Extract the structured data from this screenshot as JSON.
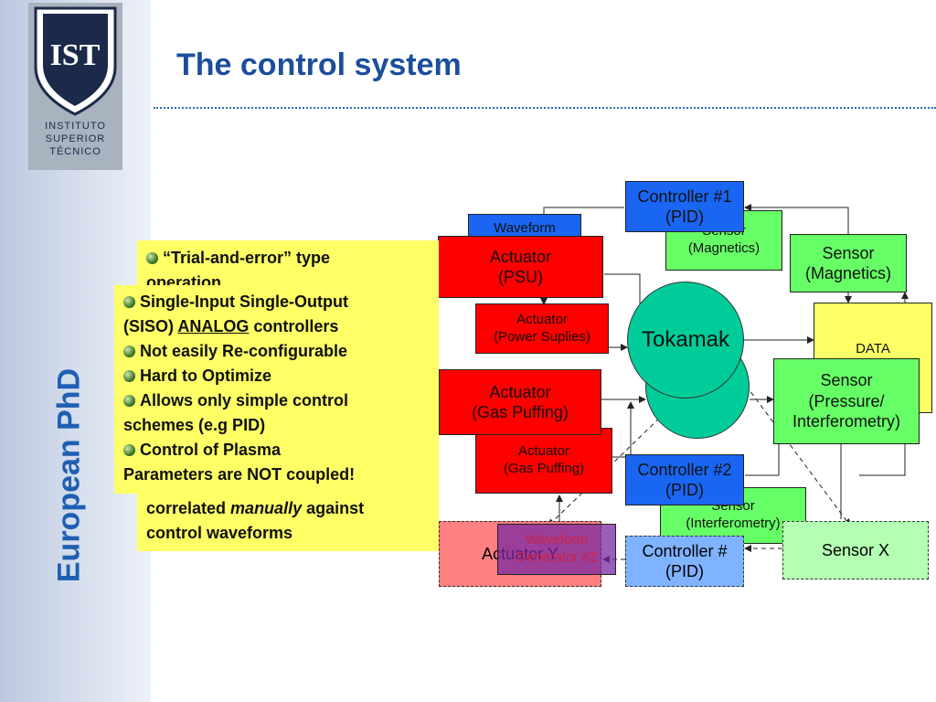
{
  "sidebar": {
    "logo_mark": "IST",
    "logo_text": "INSTITUTO\nSUPERIOR\nTÉCNICO",
    "vertical_title": "European PhD"
  },
  "page": {
    "title": "The control system"
  },
  "diagram": {
    "boxes": {
      "controller1": "Controller #1\n(PID)",
      "waveform_back": "Waveform",
      "sensor_back_mag": "Sensor\n(Magnetics)",
      "sensor_mag": "Sensor\n(Magnetics)",
      "actuator_psu": "Actuator\n(PSU)",
      "actuator_ps": "Actuator\n(Power Suplies)",
      "tokamak": "Tokamak",
      "data_acq": "DATA\nACQUISITION",
      "actuator_gas": "Actuator\n(Gas Puffing)",
      "actuator_gas_back": "Actuator\n(Gas Puffing)",
      "sensor_pressure": "Sensor\n(Pressure/\nInterferometry)",
      "controller2": "Controller #2\n(PID)",
      "sensor_interf": "Sensor\n(Interferometry)",
      "actuator_y": "Actuator Y",
      "waveform_gen2": "Waveform\nGenerator #2",
      "controller_n": "Controller #\n(PID)",
      "sensor_x": "Sensor X"
    }
  },
  "panels": {
    "back": {
      "line1": "“Trial-and-error” type",
      "line2": "operation",
      "line3_pre": "correlated ",
      "line3_em": "manually",
      "line3_post": " against",
      "line4": "control waveforms"
    },
    "front": {
      "b1a": "Single-Input Single-Output",
      "b1b_pre": "(SISO) ",
      "b1b_u": "ANALOG",
      "b1b_post": " controllers",
      "b2": "Not easily Re-configurable",
      "b3": "Hard to Optimize",
      "b4a": "Allows only simple control",
      "b4b": "schemes (e.g PID)",
      "b5a": "Control of Plasma",
      "b5b": "Parameters are NOT coupled!"
    }
  },
  "colors": {
    "title": "#1b4e9b",
    "controller": "#1a66f2",
    "sensor": "#66ff66",
    "actuator": "#ff0000",
    "tokamak": "#00cc99",
    "panel": "#ffff66"
  }
}
